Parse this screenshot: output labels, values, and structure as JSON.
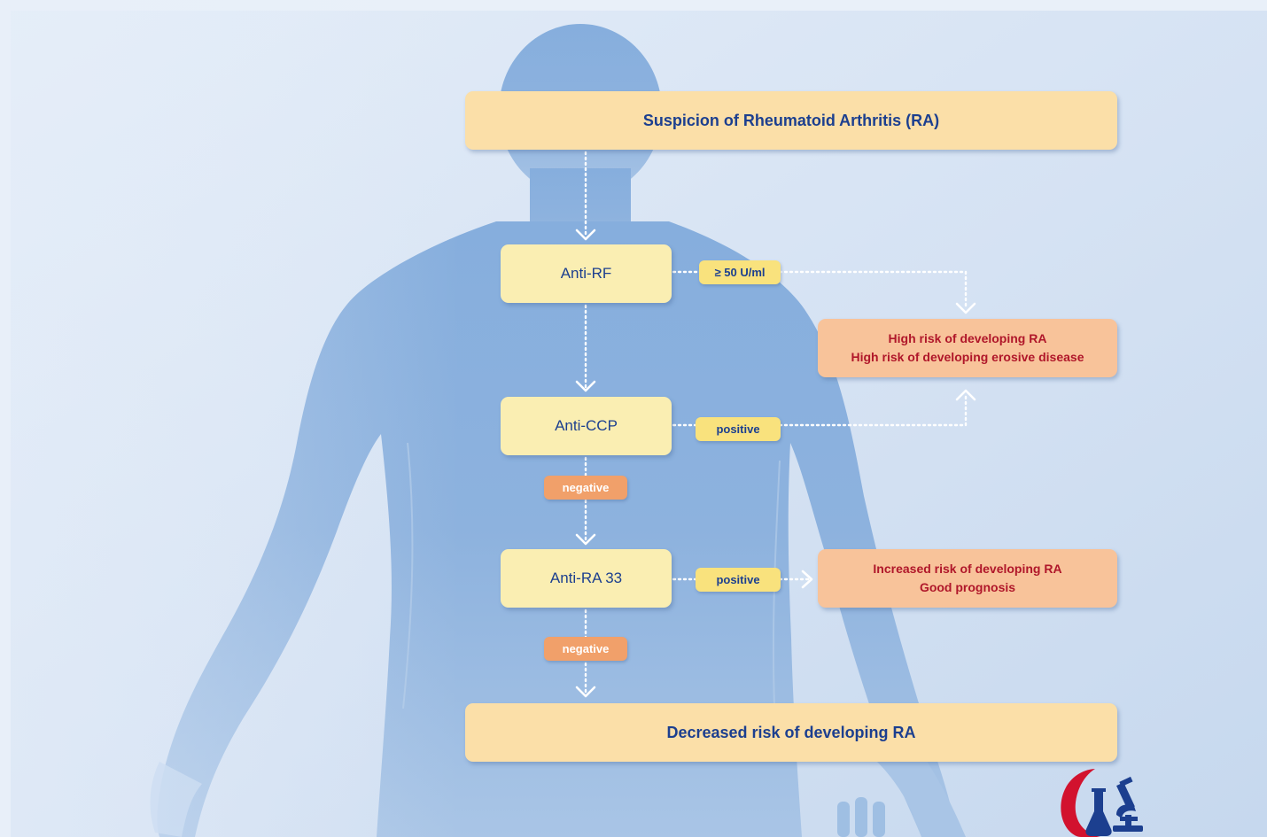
{
  "colors": {
    "background": "#dce7f5",
    "silhouette": "#8fb1dc",
    "main_box": "#fbdfa8",
    "test_box": "#faeeb2",
    "result_box": "#f8c39a",
    "positive_tag": "#f9e27d",
    "negative_tag": "#f1a06a",
    "primary_text": "#1c3f8f",
    "result_text": "#b0172a",
    "connector": "#ffffff",
    "logo_red": "#d2122e",
    "logo_blue": "#1c3f8f"
  },
  "nodes": {
    "start": "Suspicion of Rheumatoid Arthritis (RA)",
    "anti_rf": "Anti-RF",
    "anti_ccp": "Anti-CCP",
    "anti_ra33": "Anti-RA 33",
    "high_risk": [
      "High risk of developing RA",
      "High risk of developing erosive disease"
    ],
    "increased_risk": [
      "Increased risk of developing RA",
      "Good prognosis"
    ],
    "decreased_risk": "Decreased risk of developing RA"
  },
  "tags": {
    "rf_threshold": "≥ 50 U/ml",
    "ccp_positive": "positive",
    "ccp_negative": "negative",
    "ra33_positive": "positive",
    "ra33_negative": "negative"
  },
  "logo": {
    "icon_names": [
      "crescent-icon",
      "flask-icon",
      "microscope-icon"
    ]
  }
}
